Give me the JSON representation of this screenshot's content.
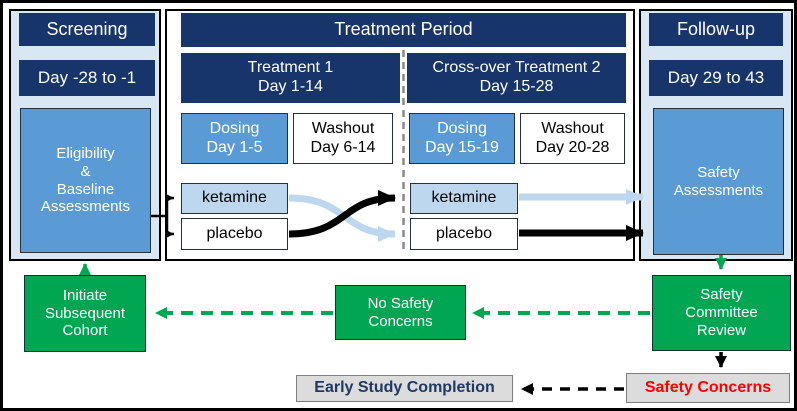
{
  "colors": {
    "navy_header": "#17356a",
    "medium_blue": "#5b9bd5",
    "pale_blue": "#bdd7ee",
    "panel_background": "#d9e6f4",
    "green": "#00a651",
    "gray_box": "#dcdcdc",
    "red_text": "#ff0000",
    "navy_text": "#1f3864",
    "black": "#000000"
  },
  "screening": {
    "title": "Screening",
    "day_range": "Day -28 to -1",
    "assessments": "Eligibility\n&\nBaseline\nAssessments"
  },
  "treatment_period": {
    "title": "Treatment Period",
    "period1": {
      "title": "Treatment 1\nDay 1-14",
      "dosing": "Dosing\nDay 1-5",
      "washout": "Washout\nDay 6-14",
      "arm_top": "ketamine",
      "arm_bottom": "placebo"
    },
    "period2": {
      "title": "Cross-over Treatment 2\nDay 15-28",
      "dosing": "Dosing\nDay 15-19",
      "washout": "Washout\nDay 20-28",
      "arm_top": "ketamine",
      "arm_bottom": "placebo"
    }
  },
  "followup": {
    "title": "Follow-up",
    "day_range": "Day 29 to 43",
    "assessments": "Safety\nAssessments"
  },
  "outcome_flow": {
    "initiate_cohort": "Initiate\nSubsequent\nCohort",
    "no_safety_concerns": "No Safety\nConcerns",
    "safety_committee": "Safety\nCommittee\nReview",
    "early_completion": "Early Study Completion",
    "safety_concerns": "Safety Concerns"
  }
}
